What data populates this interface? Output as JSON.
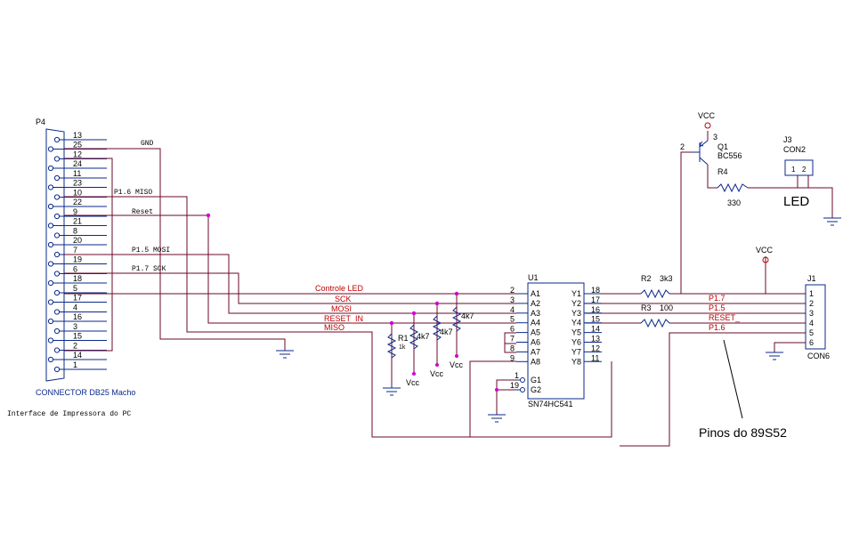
{
  "colors": {
    "wire": "#6b0a2a",
    "component": "#0a2a8a",
    "net_label": "#c00000",
    "junction": "#d100d1",
    "text": "#000000"
  },
  "connector_p4": {
    "ref": "P4",
    "title": "CONNECTOR DB25 Macho",
    "pins_odd_col": [
      "13",
      "12",
      "11",
      "10",
      "9",
      "8",
      "7",
      "6",
      "5",
      "4",
      "3",
      "2",
      "1"
    ],
    "pins_even_col": [
      "25",
      "24",
      "23",
      "22",
      "21",
      "20",
      "19",
      "18",
      "17",
      "16",
      "15",
      "14"
    ],
    "net_labels": {
      "gnd": "GND",
      "p16_miso": "P1.6 MISO",
      "reset": "Reset",
      "p15_mosi": "P1.5 MOSI",
      "p17_sck": "P1.7 SCK"
    }
  },
  "interface_caption": "Interface de Impressora do PC",
  "nets": {
    "controle_led": "Controle LED",
    "sck": "SCK",
    "mosi": "MOSI",
    "reset_in": "RESET_IN",
    "miso": "MISO"
  },
  "pullups": {
    "r1_ref": "R1",
    "r1_val": "1k",
    "r_4k7": "4k7",
    "vcc": "Vcc"
  },
  "u1": {
    "ref": "U1",
    "part": "SN74HC541",
    "left_pins": [
      {
        "num": "2",
        "name": "A1"
      },
      {
        "num": "3",
        "name": "A2"
      },
      {
        "num": "4",
        "name": "A3"
      },
      {
        "num": "5",
        "name": "A4"
      },
      {
        "num": "6",
        "name": "A5"
      },
      {
        "num": "7",
        "name": "A6"
      },
      {
        "num": "8",
        "name": "A7"
      },
      {
        "num": "9",
        "name": "A8"
      }
    ],
    "right_pins": [
      {
        "num": "18",
        "name": "Y1"
      },
      {
        "num": "17",
        "name": "Y2"
      },
      {
        "num": "16",
        "name": "Y3"
      },
      {
        "num": "15",
        "name": "Y4"
      },
      {
        "num": "14",
        "name": "Y5"
      },
      {
        "num": "13",
        "name": "Y6"
      },
      {
        "num": "12",
        "name": "Y7"
      },
      {
        "num": "11",
        "name": "Y8"
      }
    ],
    "gate_pins": [
      {
        "num": "1",
        "name": "G1"
      },
      {
        "num": "19",
        "name": "G2"
      }
    ]
  },
  "r2": {
    "ref": "R2",
    "value": "3k3"
  },
  "r3": {
    "ref": "R3",
    "value": "100"
  },
  "r4": {
    "ref": "R4",
    "value": "330"
  },
  "q1": {
    "ref": "Q1",
    "part": "BC556",
    "pin_base": "2",
    "pin_emitter": "3"
  },
  "vcc_label": "VCC",
  "j3": {
    "ref": "J3",
    "part": "CON2",
    "pins": [
      "1",
      "2"
    ],
    "led_label": "LED"
  },
  "j1": {
    "ref": "J1",
    "part": "CON6",
    "pins": [
      "1",
      "2",
      "3",
      "4",
      "5",
      "6"
    ]
  },
  "output_nets": {
    "p17": "P1.7",
    "p15": "P1.5",
    "reset": "RESET_",
    "p16": "P1.6"
  },
  "annotation": "Pinos do 89S52"
}
